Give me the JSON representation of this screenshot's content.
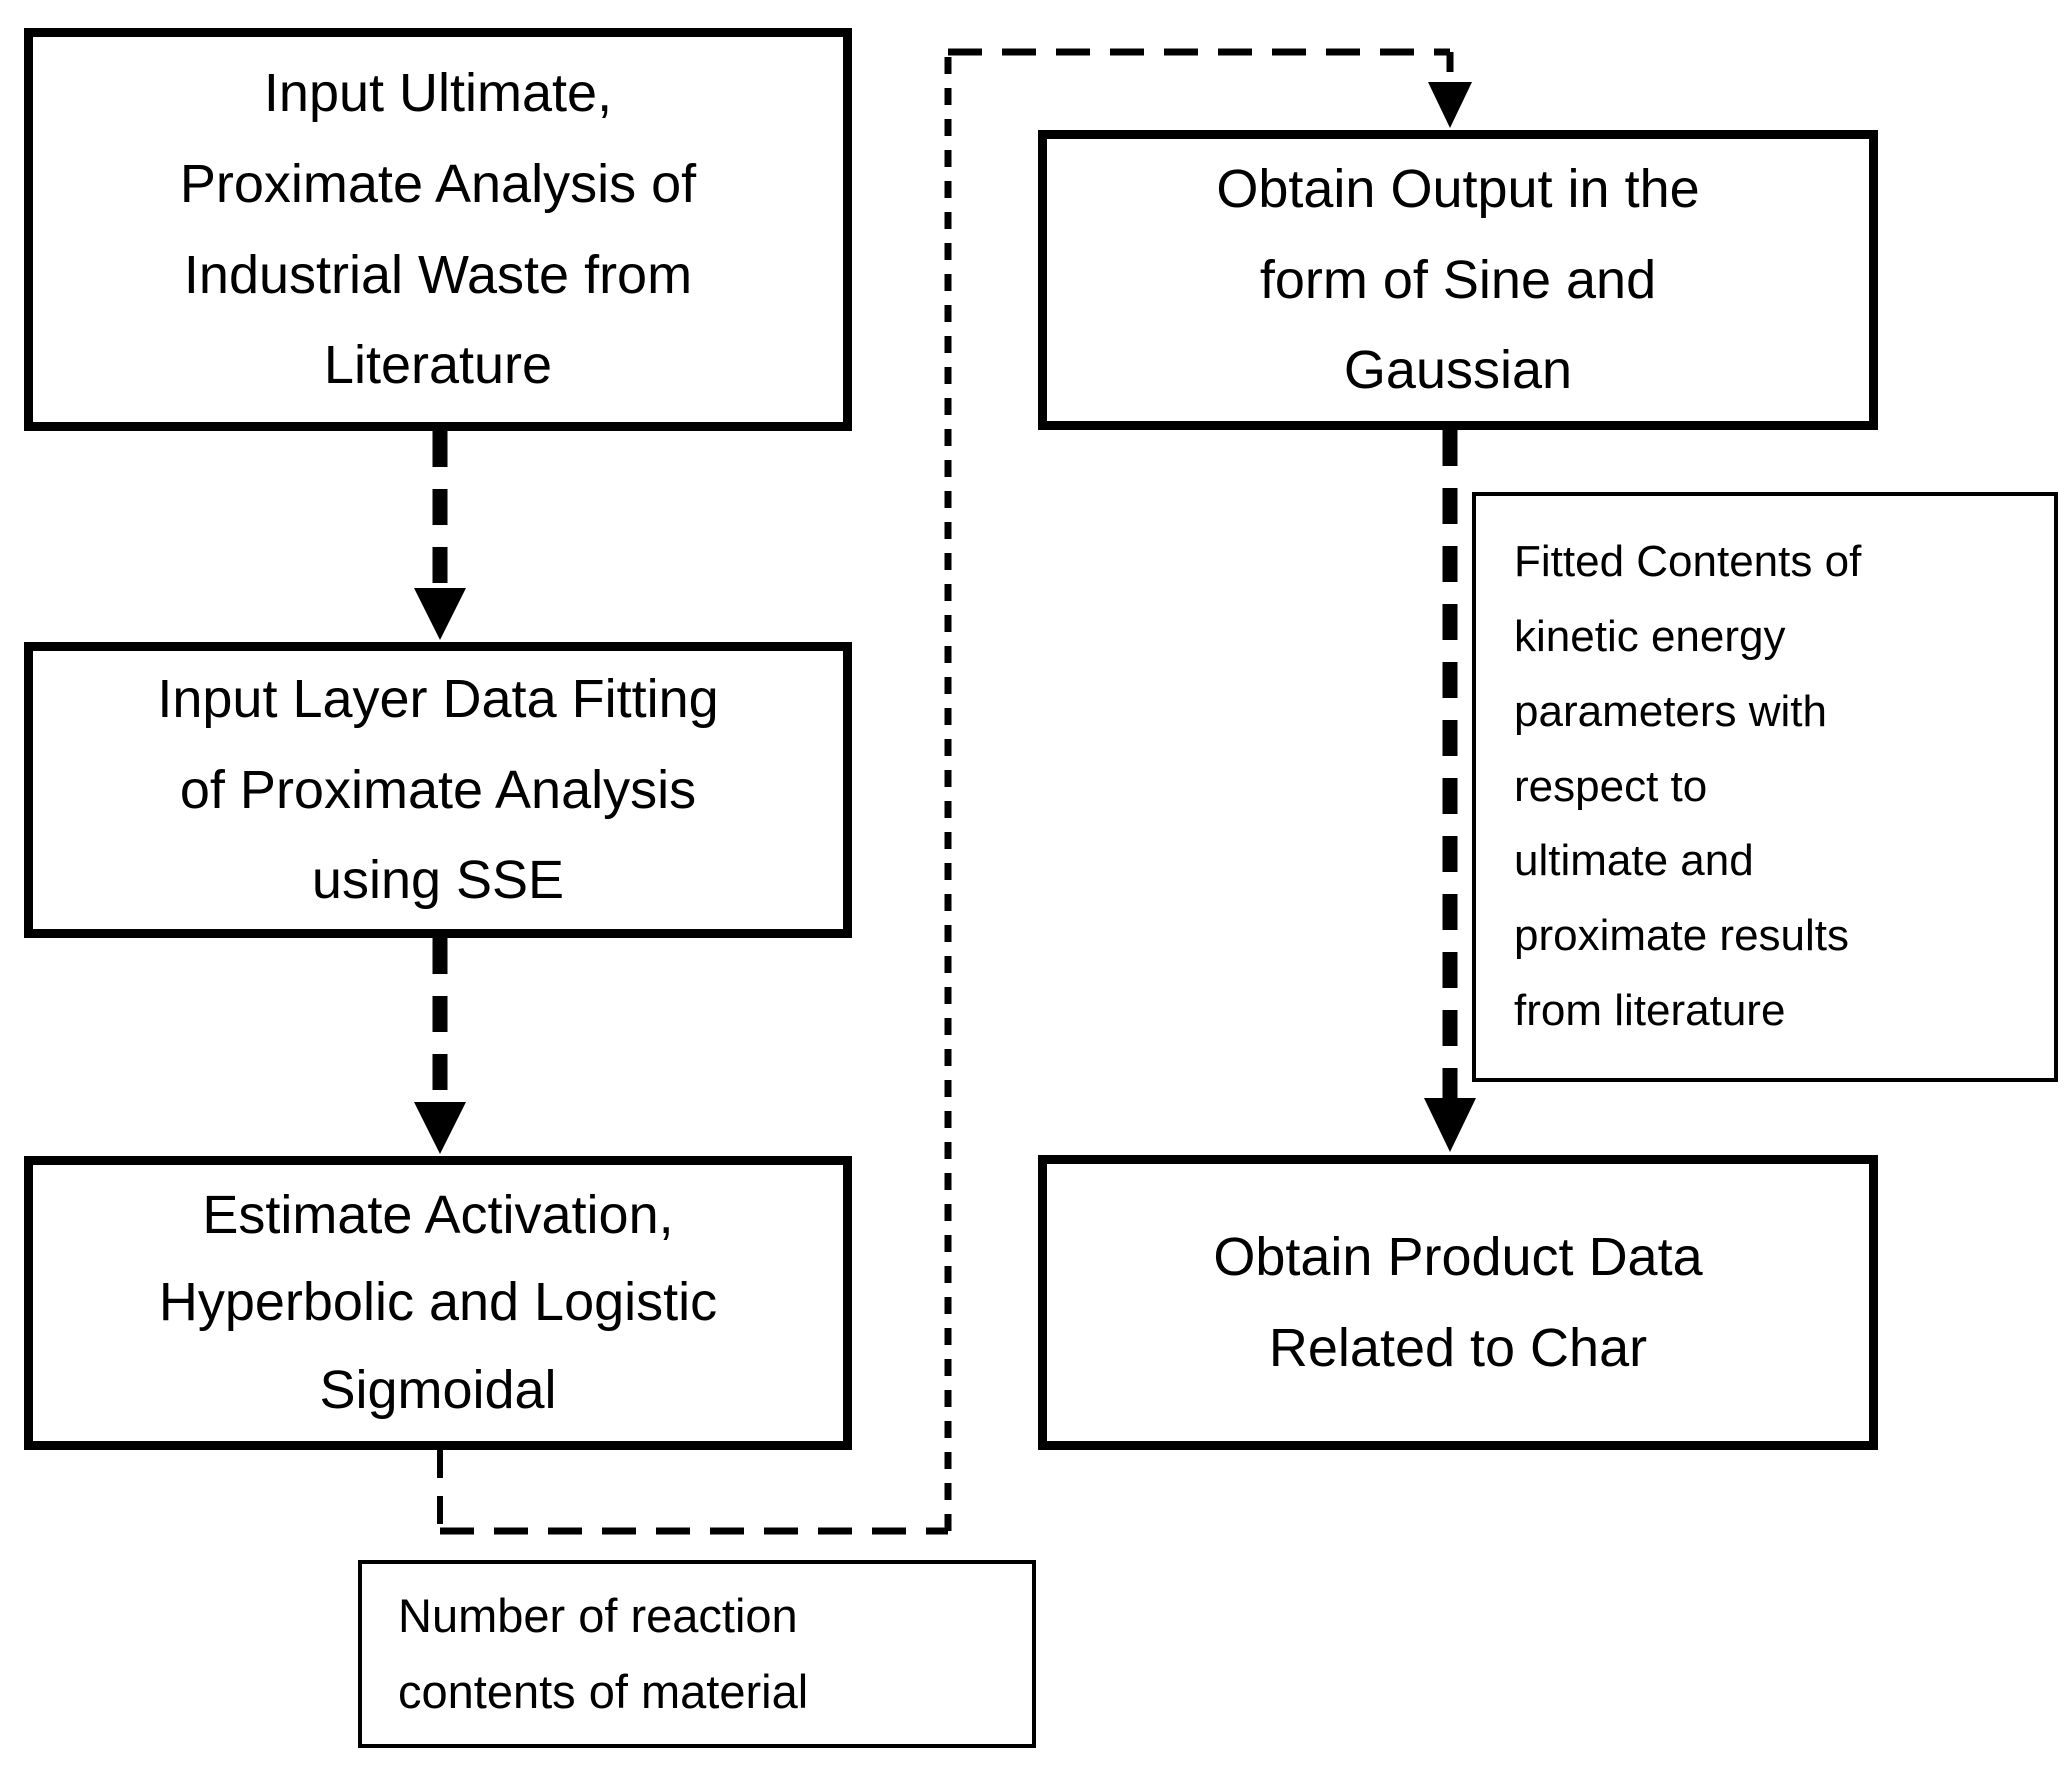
{
  "diagram": {
    "type": "flowchart",
    "background_color": "#ffffff",
    "line_color": "#000000",
    "nodes": {
      "input_ultimate": {
        "label": "Input Ultimate,\nProximate Analysis of\nIndustrial Waste from\nLiterature"
      },
      "input_layer": {
        "label": "Input Layer Data Fitting\nof Proximate Analysis\nusing SSE"
      },
      "estimate_activation": {
        "label": "Estimate Activation,\nHyperbolic and Logistic\nSigmoidal"
      },
      "obtain_output": {
        "label": "Obtain Output in the\nform of Sine and\nGaussian"
      },
      "obtain_product": {
        "label": "Obtain Product Data\nRelated to Char"
      },
      "fitted_contents": {
        "label": "Fitted Contents of\nkinetic energy\nparameters with\nrespect to\nultimate and\nproximate results\nfrom literature"
      },
      "number_reaction": {
        "label": "Number of reaction\ncontents of material"
      }
    },
    "edges": [
      {
        "from": "input_ultimate",
        "to": "input_layer",
        "style": "thick-dashed-arrow"
      },
      {
        "from": "input_layer",
        "to": "estimate_activation",
        "style": "thick-dashed-arrow"
      },
      {
        "from": "estimate_activation",
        "to": "obtain_output",
        "style": "thin-dashed-elbow-arrow",
        "annotation": "number_reaction"
      },
      {
        "from": "obtain_output",
        "to": "obtain_product",
        "style": "thick-dashed-arrow",
        "annotation": "fitted_contents"
      }
    ]
  }
}
